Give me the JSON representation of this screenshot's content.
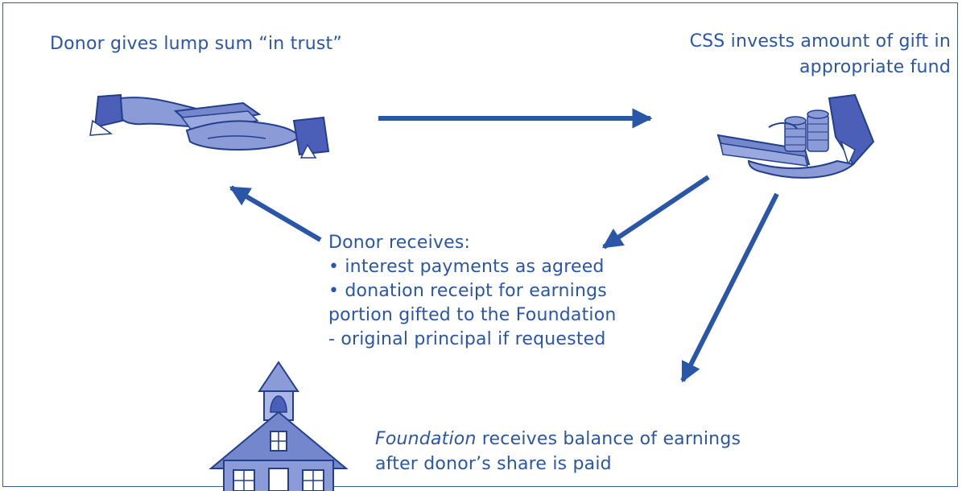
{
  "colors": {
    "primary": "#2a56a8",
    "fill": "#7e8fd4",
    "stroke": "#233f8c",
    "light": "#aab6e6"
  },
  "donor_gives": {
    "label": "Donor gives lump sum “in trust”",
    "icon": "handing-money-icon"
  },
  "css_invests": {
    "line1": "CSS invests amount of gift in",
    "line2": "appropriate fund",
    "icon": "hand-with-cash-and-coins-icon"
  },
  "donor_receives": {
    "heading": "Donor receives:",
    "item1": "• interest payments as agreed",
    "item2": "•  donation  receipt  for  earnings",
    "item2_cont": "portion gifted to the Foundation",
    "item3": "-  original principal  if requested"
  },
  "foundation": {
    "line1_emph": "Foundation",
    "line1_rest": " receives balance of earnings",
    "line2": "after donor’s share is paid",
    "icon": "schoolhouse-icon"
  }
}
